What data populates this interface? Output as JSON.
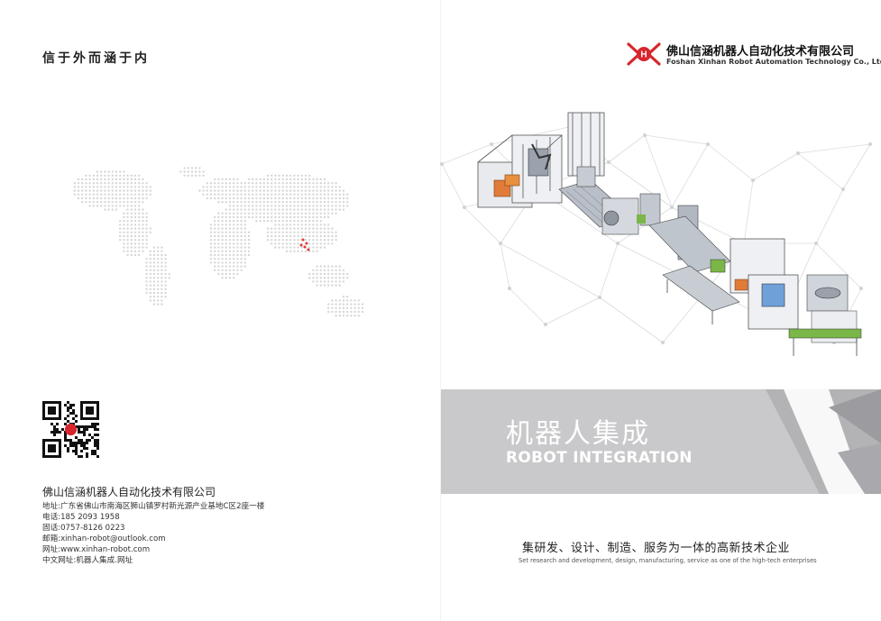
{
  "left": {
    "slogan": "信于外而涵于内",
    "company_name": "佛山信涵机器人自动化技术有限公司",
    "contacts": [
      "地址:广东省佛山市南海区狮山镇罗村新光源产业基地C区2座一楼",
      "电话:185 2093 1958",
      "固话:0757-8126 0223",
      "邮箱:xinhan-robot@outlook.com",
      "网址:www.xinhan-robot.com",
      "中文网址:机器人集成.网址"
    ]
  },
  "right": {
    "logo_text": "XH",
    "company_name_cn": "佛山信涵机器人自动化技术有限公司",
    "company_name_en": "Foshan Xinhan Robot Automation Technology Co., Ltd.",
    "banner_title_cn": "机器人集成",
    "banner_title_en": "ROBOT INTEGRATION",
    "tagline_cn": "集研发、设计、制造、服务为一体的高新技术企业",
    "tagline_en": "Set research and development, design, manufacturing, service as one of the high-tech enterprises"
  },
  "colors": {
    "brand_red": "#d7262d",
    "map_dot": "#d6d6d6",
    "highlight_dot": "#e53935",
    "banner_gray": "#c9c9cb"
  },
  "icons": [
    "qr-code",
    "xh-logo",
    "world-map-dots",
    "network-lines",
    "assembly-line"
  ]
}
